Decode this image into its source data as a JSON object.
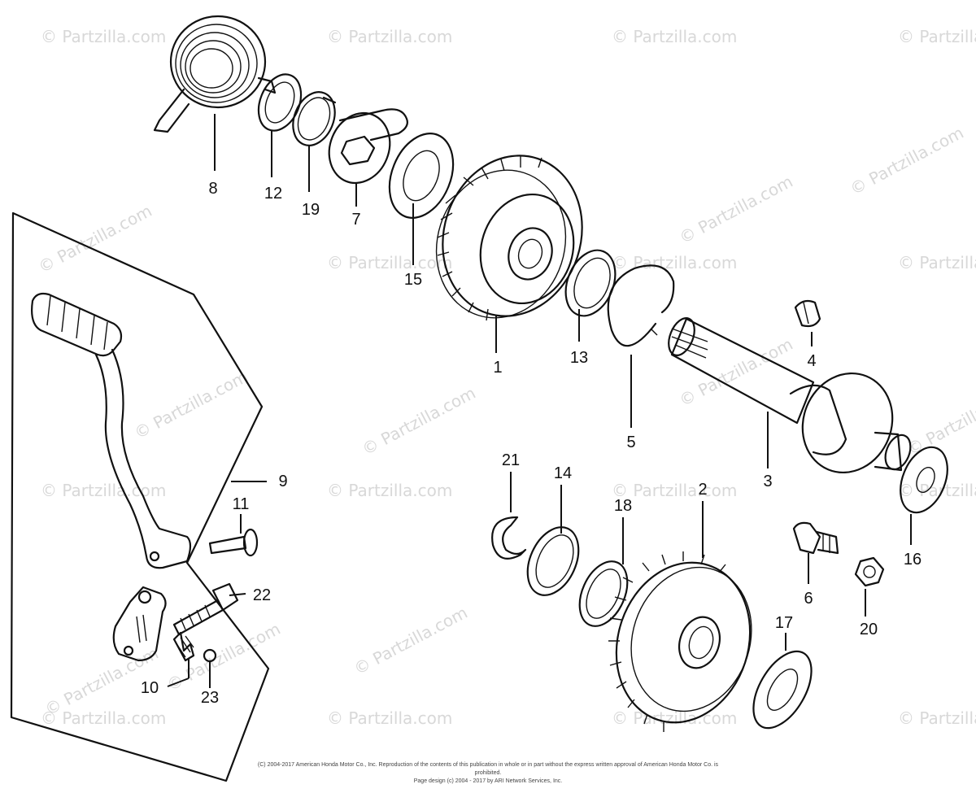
{
  "watermarks": [
    {
      "text": "© Partzilla.com",
      "rot": 0
    },
    {
      "text": "© Partzilla.com",
      "rot": -28
    }
  ],
  "callouts": [
    "1",
    "2",
    "3",
    "4",
    "5",
    "6",
    "7",
    "8",
    "9",
    "10",
    "11",
    "12",
    "13",
    "14",
    "15",
    "16",
    "17",
    "18",
    "19",
    "20",
    "21",
    "22",
    "23"
  ],
  "footer": {
    "line1": "(C) 2004-2017 American Honda Motor Co., Inc. Reproduction of the contents of this publication in whole or in part without the express written approval of American Honda Motor Co. is prohibited.",
    "line2": "Page design (c) 2004 - 2017 by ARI Network Services, Inc."
  }
}
